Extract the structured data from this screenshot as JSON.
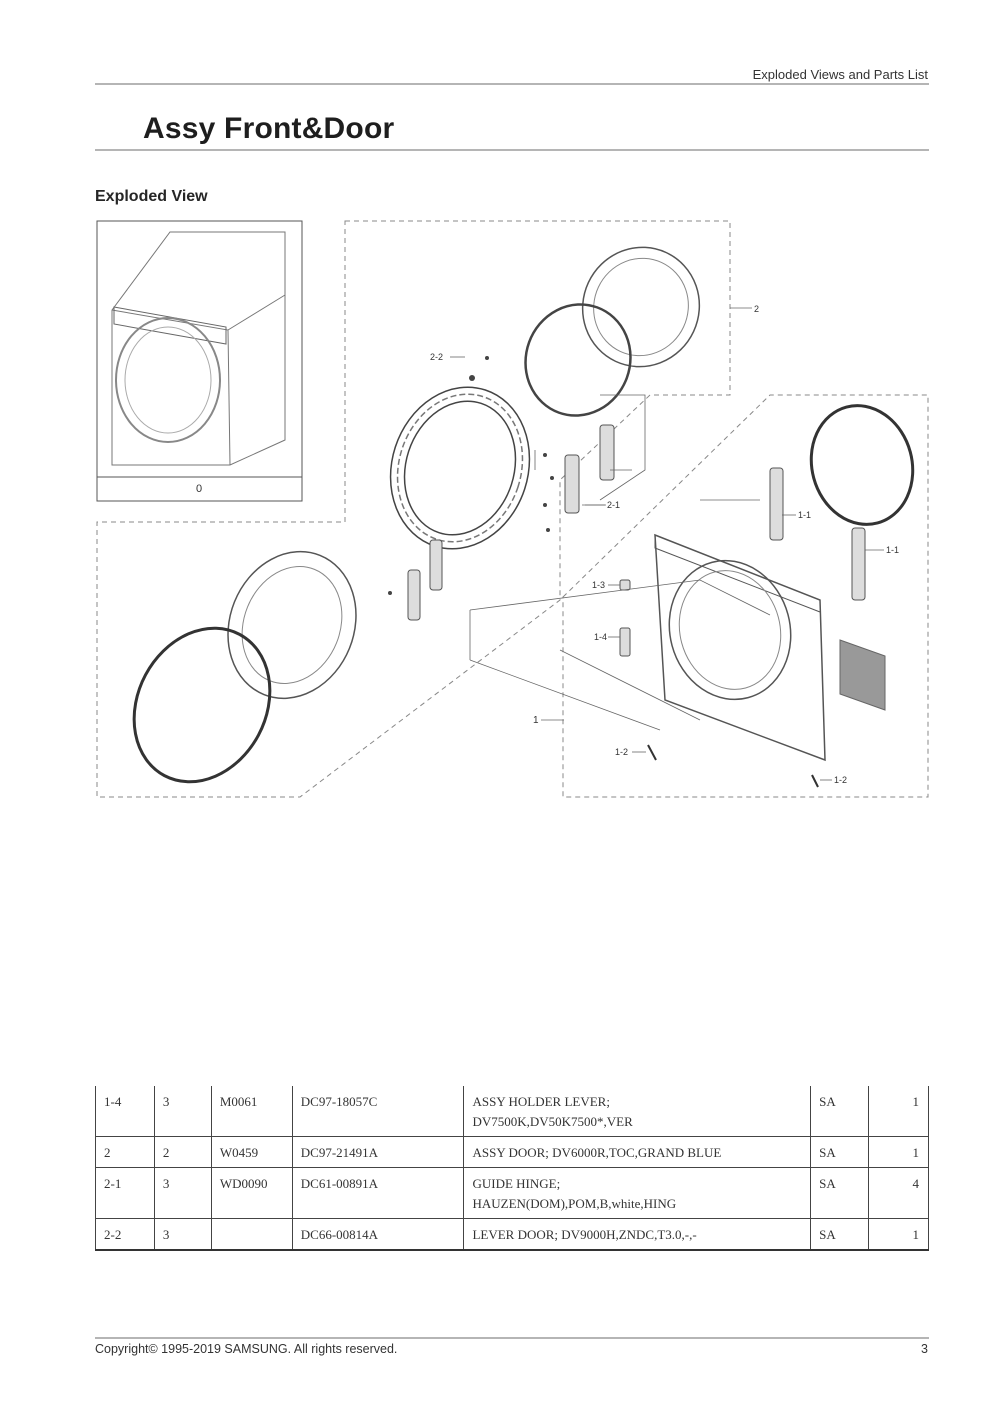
{
  "header": {
    "section": "Exploded Views and Parts List"
  },
  "title": "Assy Front&Door",
  "subtitle": "Exploded View",
  "diagram": {
    "inset_label": "0",
    "callouts": {
      "assy_door": "2",
      "lever_door": "2-2",
      "guide_hinge": "2-1",
      "hinge_right_upper": "1-1",
      "hinge_right_lower": "1-1",
      "part_1_3": "1-3",
      "part_1_4": "1-4",
      "assy_front": "1",
      "screw_left": "1-2",
      "screw_right": "1-2"
    }
  },
  "parts": [
    {
      "loc": "1-4",
      "level": "3",
      "code": "M0061",
      "part_no": "DC97-18057C",
      "desc1": "ASSY HOLDER LEVER;",
      "desc2": "DV7500K,DV50K7500*,VER",
      "status": "SA",
      "qty": "1"
    },
    {
      "loc": "2",
      "level": "2",
      "code": "W0459",
      "part_no": "DC97-21491A",
      "desc1": "ASSY DOOR; DV6000R,TOC,GRAND BLUE",
      "desc2": "",
      "status": "SA",
      "qty": "1"
    },
    {
      "loc": "2-1",
      "level": "3",
      "code": "WD0090",
      "part_no": "DC61-00891A",
      "desc1": "GUIDE HINGE;",
      "desc2": "HAUZEN(DOM),POM,B,white,HING",
      "status": "SA",
      "qty": "4"
    },
    {
      "loc": "2-2",
      "level": "3",
      "code": "",
      "part_no": "DC66-00814A",
      "desc1": "LEVER DOOR; DV9000H,ZNDC,T3.0,-,-",
      "desc2": "",
      "status": "SA",
      "qty": "1"
    }
  ],
  "footer": {
    "copyright": "Copyright© 1995-2019 SAMSUNG. All rights reserved.",
    "page": "3"
  }
}
